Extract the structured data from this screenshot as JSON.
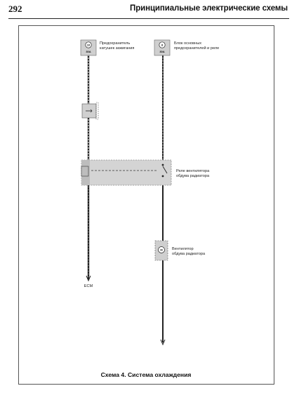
{
  "header": {
    "page_number": "292",
    "title": "Принципиальные электрические схемы"
  },
  "diagram": {
    "fuse_ignition": {
      "number": "10",
      "rating": "30A",
      "label_line1": "Предохранитель",
      "label_line2": "катушек зажигания"
    },
    "fuse_block": {
      "number": "8",
      "rating": "30A",
      "label_line1": "Блок основных",
      "label_line2": "предохранителей и реле"
    },
    "relay": {
      "label_line1": "Реле вентилятора",
      "label_line2": "обдува радиатора"
    },
    "fan": {
      "symbol": "M",
      "label_line1": "Вентилятор",
      "label_line2": "обдува радиатора"
    },
    "ecm_label": "ECM",
    "caption": "Схема 4. Система охлаждения"
  }
}
